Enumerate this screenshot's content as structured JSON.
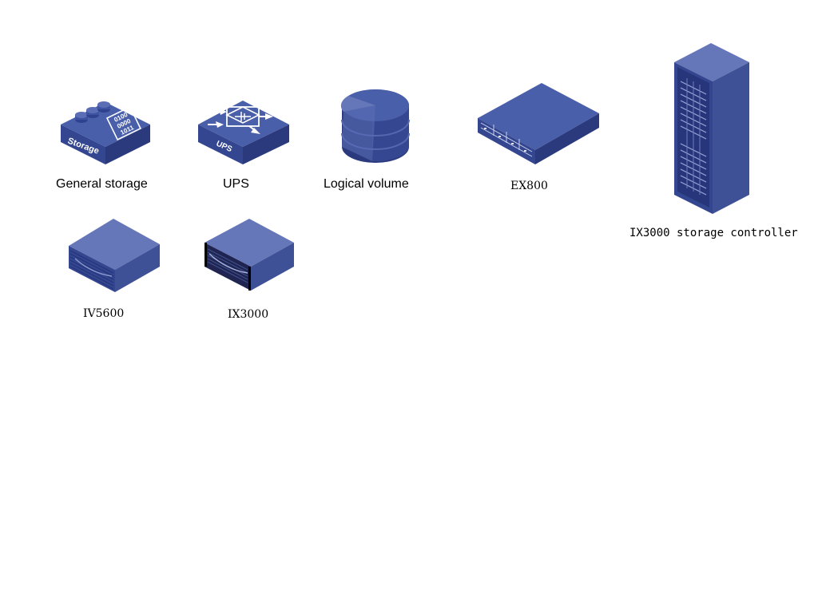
{
  "colors": {
    "top": "#4a5faa",
    "left": "#33468f",
    "right": "#2a3a7c",
    "light": "#6577b9",
    "white": "#ffffff"
  },
  "icons": [
    {
      "name": "general-storage-icon",
      "label": "General storage",
      "glyph_text": [
        "0100",
        "0000",
        "1011",
        "Storage"
      ]
    },
    {
      "name": "ups-icon",
      "label": "UPS",
      "glyph_text": [
        "UPS"
      ]
    },
    {
      "name": "logical-volume-icon",
      "label": "Logical volume"
    },
    {
      "name": "ex800-icon",
      "label": "EX800"
    },
    {
      "name": "ix3000-storage-controller-icon",
      "label": "IX3000 storage controller"
    },
    {
      "name": "iv5600-icon",
      "label": "IV5600"
    },
    {
      "name": "ix3000-icon",
      "label": "IX3000"
    }
  ]
}
